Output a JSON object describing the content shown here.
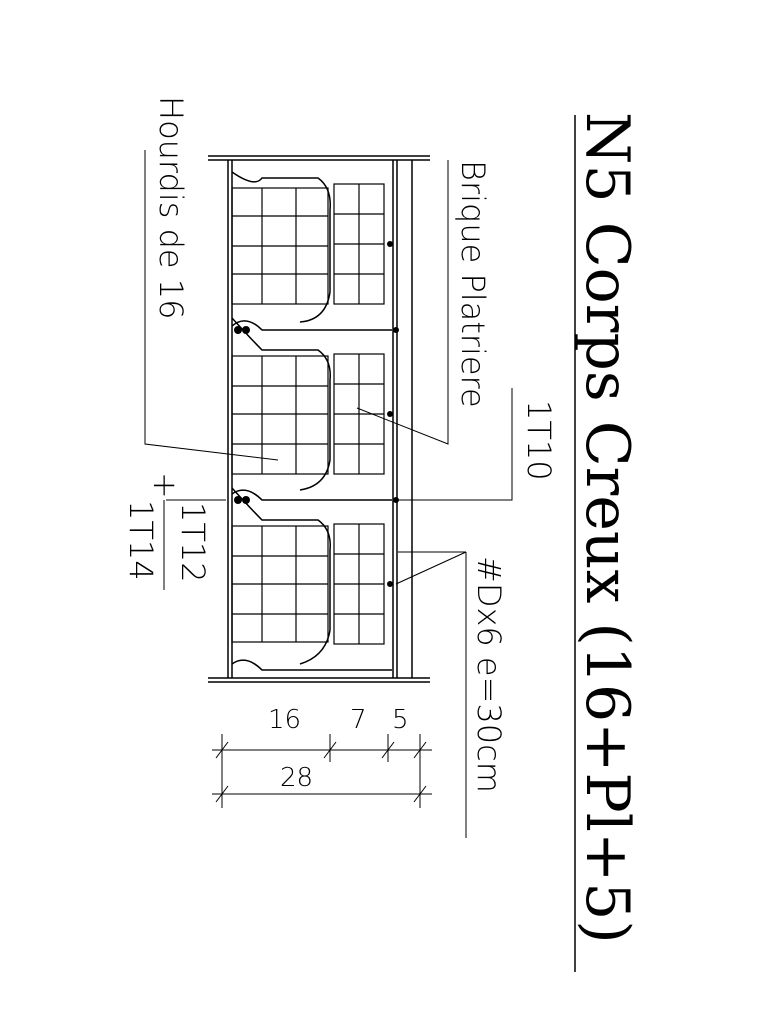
{
  "title": "N5 Corps Creux (16+Pl+5)",
  "labels": {
    "hourdis": "Hourdis de 16",
    "brique": "Brique Platriere",
    "top_bar": "1T10",
    "bottom_bar_1": "1T12",
    "plus": "+",
    "bottom_bar_2": "1T14",
    "mesh": "#Dx6  e=30cm"
  },
  "dimensions": {
    "d1": "16",
    "d2": "7",
    "d3": "5",
    "total": "28"
  },
  "colors": {
    "ink": "#000000",
    "background": "#ffffff"
  }
}
